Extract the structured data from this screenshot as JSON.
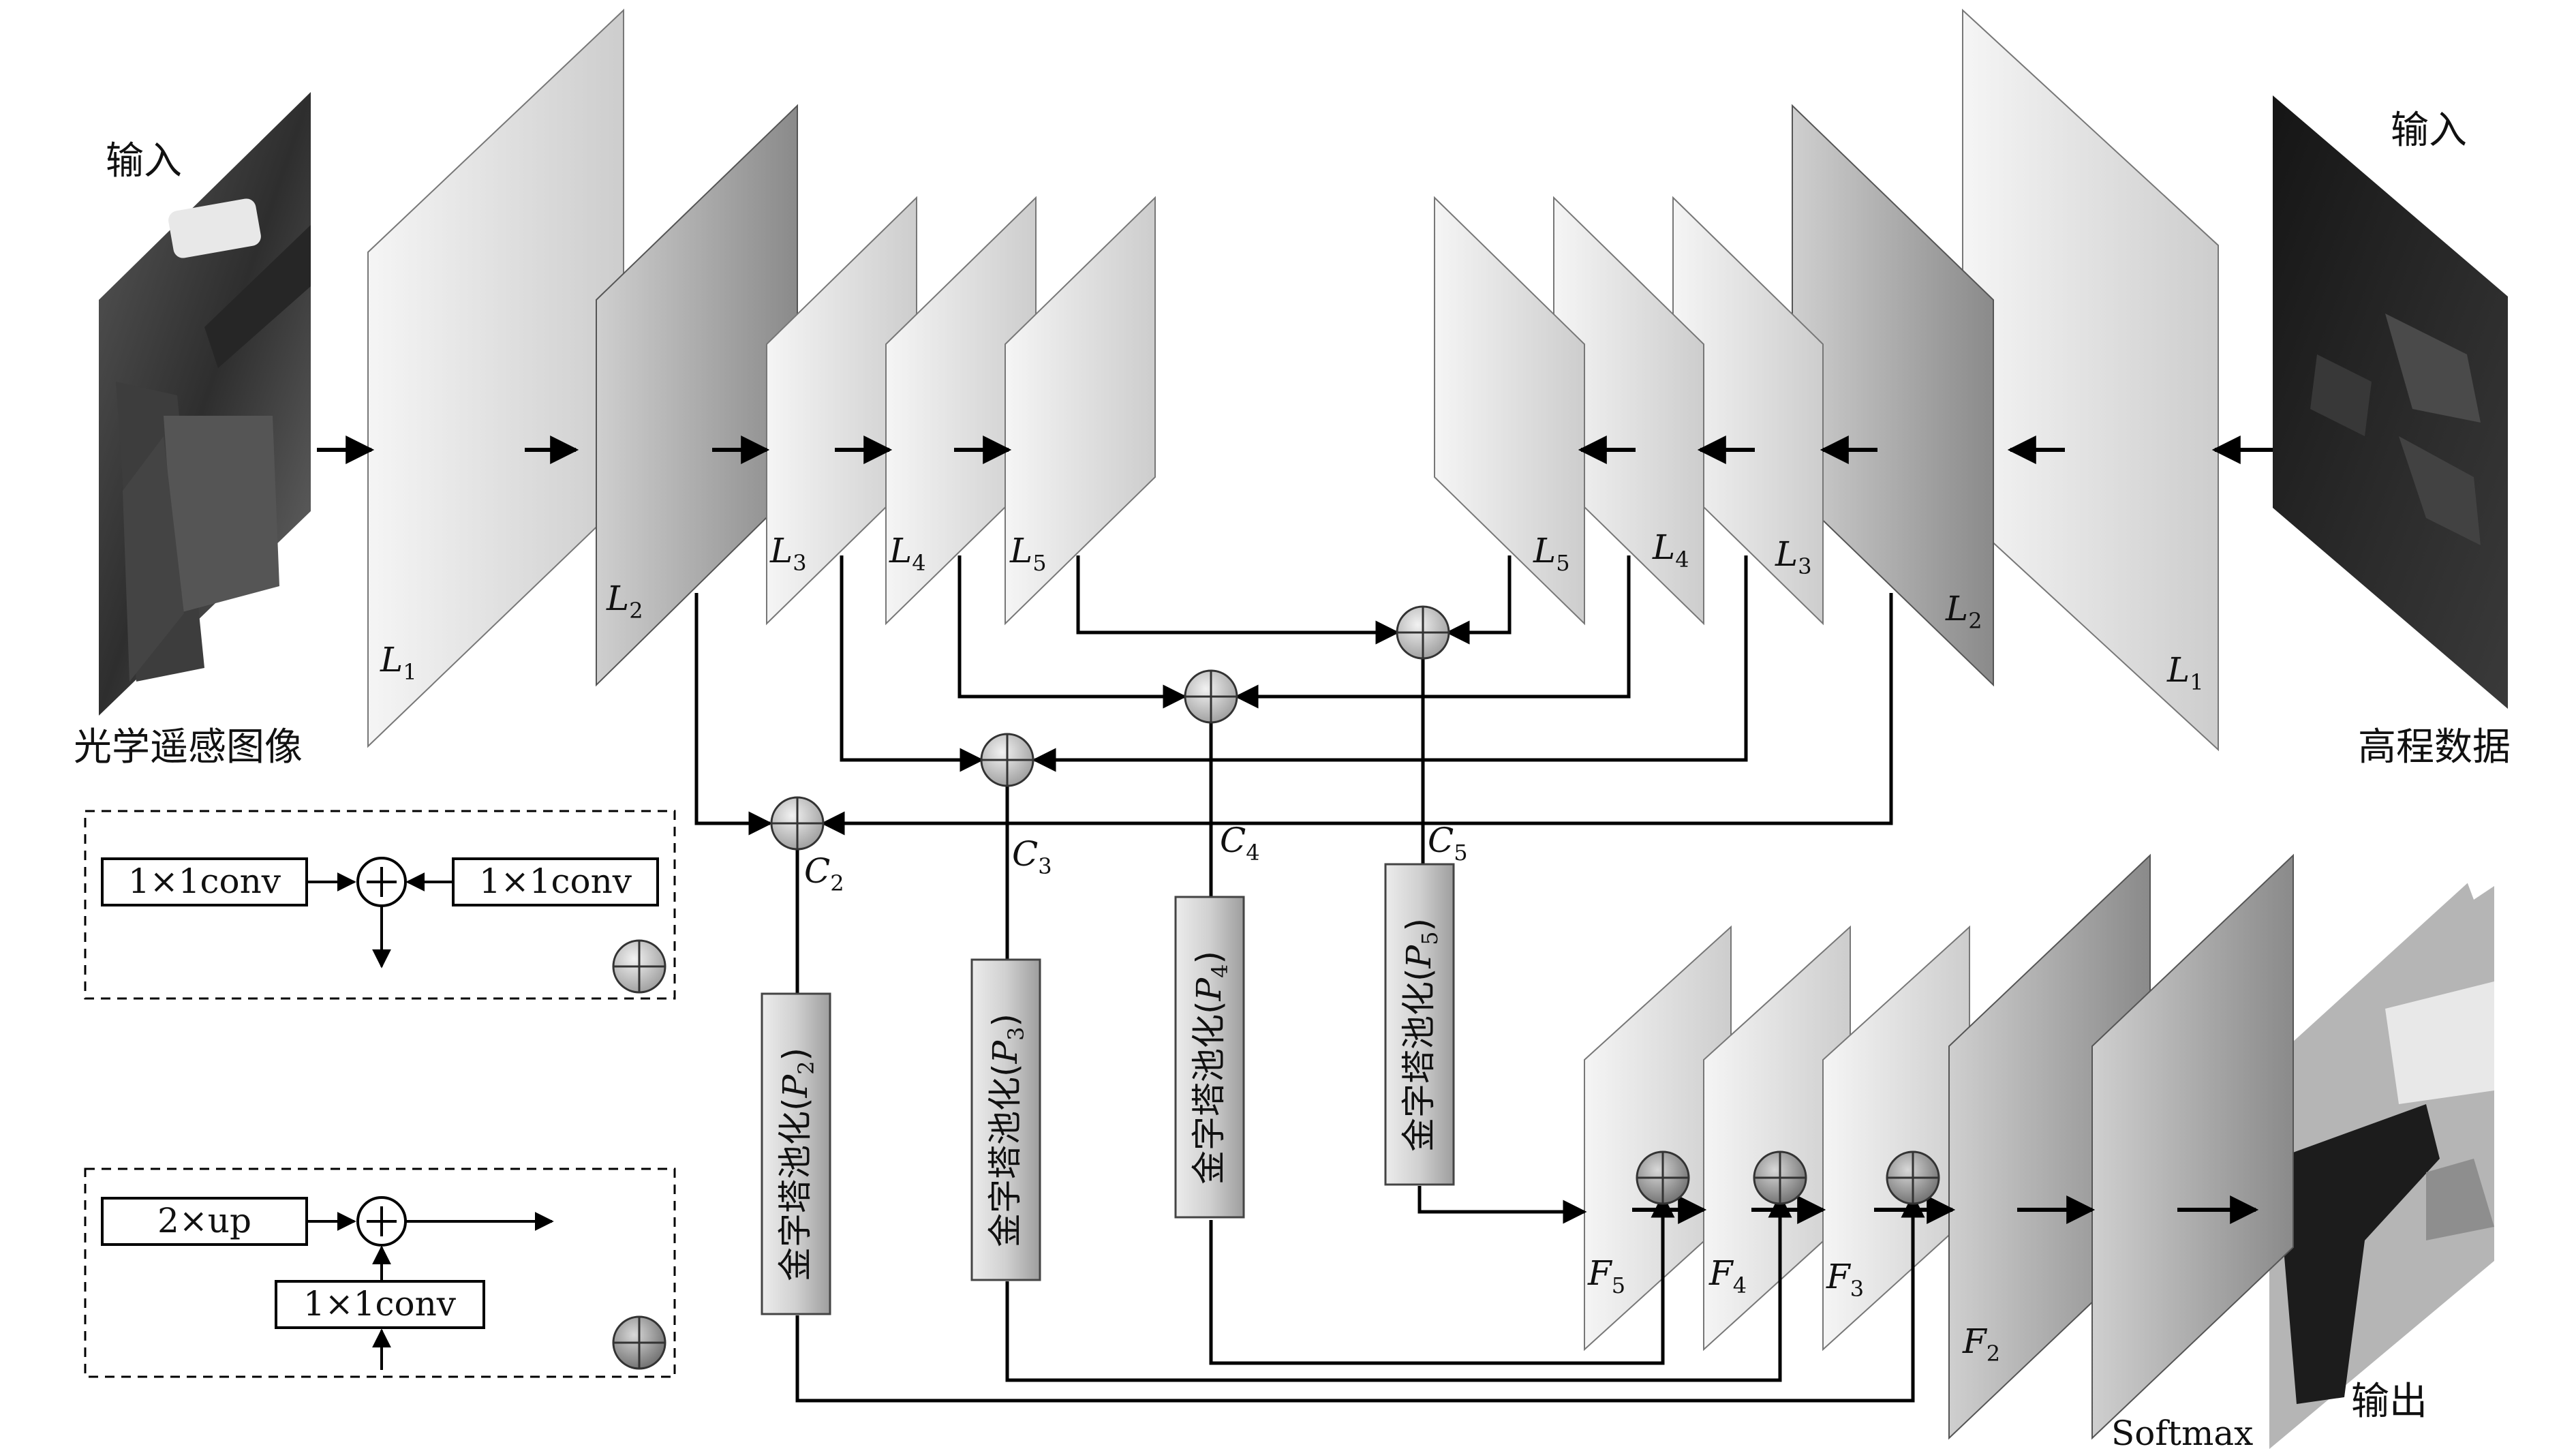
{
  "labels": {
    "input_left": "输入",
    "input_right": "输入",
    "optical_caption": "光学遥感图像",
    "elevation_caption": "高程数据",
    "output": "输出",
    "softmax": "Softmax"
  },
  "layers": {
    "L": "L",
    "sub1": "1",
    "sub2": "2",
    "sub3": "3",
    "sub4": "4",
    "sub5": "5"
  },
  "concat": {
    "C": "C",
    "sub2": "2",
    "sub3": "3",
    "sub4": "4",
    "sub5": "5"
  },
  "features": {
    "F": "F",
    "sub2": "2",
    "sub3": "3",
    "sub4": "4",
    "sub5": "5"
  },
  "pooling": {
    "prefix": "金字塔池化(",
    "P": "P",
    "suffix": ")",
    "sub2": "2",
    "sub3": "3",
    "sub4": "4",
    "sub5": "5"
  },
  "legend1": {
    "left_box": "1×1conv",
    "right_box": "1×1conv"
  },
  "legend2": {
    "top_box": "2×up",
    "bottom_box": "1×1conv"
  }
}
